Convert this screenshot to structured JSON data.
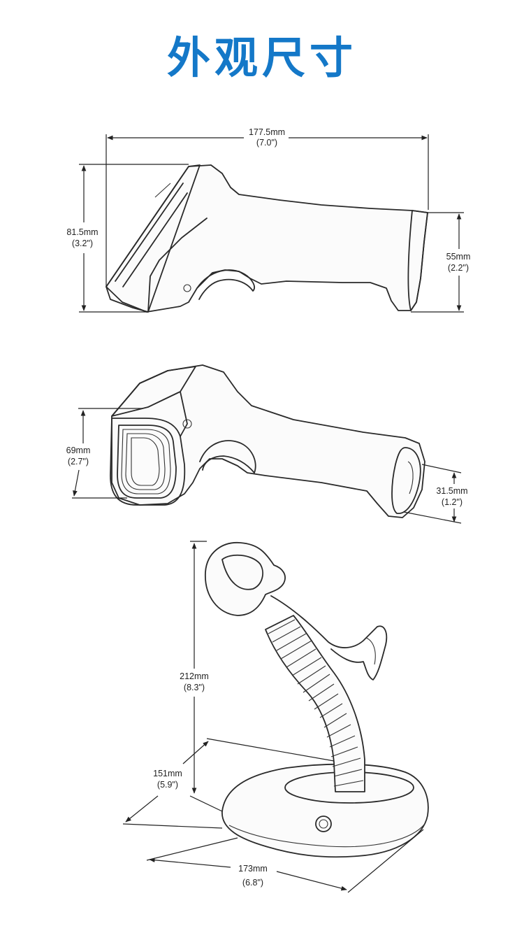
{
  "title": "外观尺寸",
  "colors": {
    "title": "#1478c8",
    "line": "#2a2a2a",
    "background": "#ffffff"
  },
  "side_view": {
    "length": {
      "mm": "177.5mm",
      "inch": "(7.0\")"
    },
    "head_height": {
      "mm": "81.5mm",
      "inch": "(3.2\")"
    },
    "handle_end_height": {
      "mm": "55mm",
      "inch": "(2.2\")"
    }
  },
  "angled_view": {
    "window_height": {
      "mm": "69mm",
      "inch": "(2.7\")"
    },
    "handle_end_height": {
      "mm": "31.5mm",
      "inch": "(1.2\")"
    }
  },
  "stand_view": {
    "height": {
      "mm": "212mm",
      "inch": "(8.3\")"
    },
    "depth": {
      "mm": "151mm",
      "inch": "(5.9\")"
    },
    "width": {
      "mm": "173mm",
      "inch": "(6.8\")"
    }
  }
}
